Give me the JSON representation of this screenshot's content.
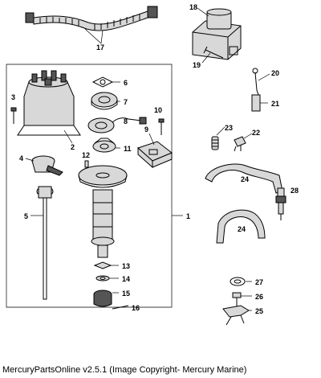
{
  "callouts": {
    "c1": "1",
    "c2": "2",
    "c3": "3",
    "c4": "4",
    "c5": "5",
    "c6": "6",
    "c7": "7",
    "c8": "8",
    "c9": "9",
    "c10": "10",
    "c11": "11",
    "c12": "12",
    "c13": "13",
    "c14": "14",
    "c15": "15",
    "c16": "16",
    "c17": "17",
    "c18": "18",
    "c19": "19",
    "c20": "20",
    "c21": "21",
    "c22": "22",
    "c23": "23",
    "c24a": "24",
    "c24b": "24",
    "c25": "25",
    "c26": "26",
    "c27": "27",
    "c28": "28"
  },
  "footer": {
    "caption": "MercuryPartsOnline v2.5.1 (Image Copyright- Mercury Marine)"
  }
}
